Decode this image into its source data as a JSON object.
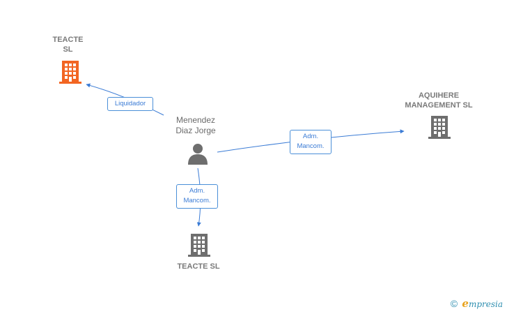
{
  "nodes": {
    "teacte_top": {
      "label_line1": "TEACTE",
      "label_line2": "SL",
      "color": "#f26522"
    },
    "aquihere": {
      "label_line1": "AQUIHERE",
      "label_line2": "MANAGEMENT SL",
      "color": "#6e6e6e"
    },
    "teacte_bottom": {
      "label": "TEACTE SL",
      "color": "#6e6e6e"
    },
    "person": {
      "label_line1": "Menendez",
      "label_line2": "Diaz Jorge",
      "color": "#6e6e6e"
    }
  },
  "edges": {
    "liquidador": {
      "label": "Liquidador"
    },
    "adm1": {
      "label_line1": "Adm.",
      "label_line2": "Mancom."
    },
    "adm2": {
      "label_line1": "Adm.",
      "label_line2": "Mancom."
    }
  },
  "colors": {
    "edge": "#3a7bd5"
  },
  "footer": {
    "copyright": "©",
    "brand_initial": "e",
    "brand_rest": "mpresia"
  }
}
